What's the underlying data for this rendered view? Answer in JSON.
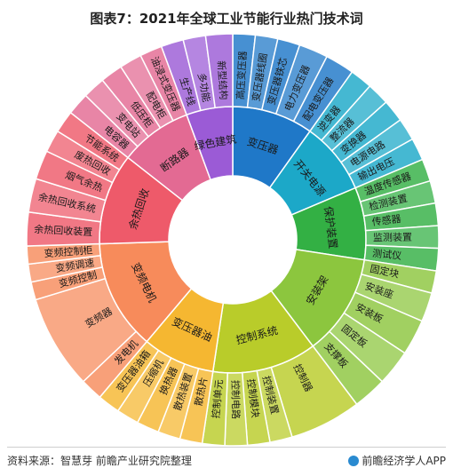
{
  "page": {
    "title": "图表7：2021年全球工业节能行业热门技术词",
    "source": "资料来源：智慧芽 前瞻产业研究院整理",
    "brand": "前瞻经济学人APP"
  },
  "chart_data": {
    "type": "sunburst",
    "title": "图表7：2021年全球工业节能行业热门技术词",
    "inner": [
      {
        "label": "变压器",
        "color": "#1f78c8",
        "children": [
          {
            "label": "高压变压器",
            "value": 1
          },
          {
            "label": "变压器线圈",
            "value": 1
          },
          {
            "label": "变压器铁芯",
            "value": 1
          },
          {
            "label": "电力变压器",
            "value": 1.3
          },
          {
            "label": "配电变压器",
            "value": 1.3
          }
        ]
      },
      {
        "label": "开关电源",
        "color": "#1ca8c8",
        "children": [
          {
            "label": "逆变器",
            "value": 1
          },
          {
            "label": "整流器",
            "value": 1
          },
          {
            "label": "变换器",
            "value": 1
          },
          {
            "label": "电源电路",
            "value": 1
          },
          {
            "label": "输出电压",
            "value": 1
          }
        ]
      },
      {
        "label": "保护装置",
        "color": "#33b044",
        "children": [
          {
            "label": "温度传感器",
            "value": 1
          },
          {
            "label": "检测装置",
            "value": 1
          },
          {
            "label": "传感器",
            "value": 1
          },
          {
            "label": "监测装置",
            "value": 1
          },
          {
            "label": "测试仪",
            "value": 1
          }
        ]
      },
      {
        "label": "安装架",
        "color": "#8cc63e",
        "children": [
          {
            "label": "固定块",
            "value": 1
          },
          {
            "label": "安装座",
            "value": 1.3
          },
          {
            "label": "安装板",
            "value": 1.6
          },
          {
            "label": "固定板",
            "value": 1.6
          },
          {
            "label": "支撑板",
            "value": 1.5
          }
        ]
      },
      {
        "label": "控制系统",
        "color": "#b9cc2a",
        "children": [
          {
            "label": "控制器",
            "value": 3.2
          },
          {
            "label": "控制装置",
            "value": 1
          },
          {
            "label": "控制模块",
            "value": 1
          },
          {
            "label": "控制电路",
            "value": 1
          },
          {
            "label": "控制单元",
            "value": 1
          }
        ]
      },
      {
        "label": "变压器油",
        "color": "#f5b731",
        "children": [
          {
            "label": "散热片",
            "value": 1
          },
          {
            "label": "散热装置",
            "value": 1
          },
          {
            "label": "换热器",
            "value": 1
          },
          {
            "label": "压缩机",
            "value": 1
          },
          {
            "label": "变压器油箱",
            "value": 1
          }
        ]
      },
      {
        "label": "变频电机",
        "color": "#f78b5b",
        "children": [
          {
            "label": "发电机",
            "value": 1
          },
          {
            "label": "变频器",
            "value": 4.2
          },
          {
            "label": "变频控制",
            "value": 0.8
          },
          {
            "label": "变频调速",
            "value": 0.8
          },
          {
            "label": "变频控制柜",
            "value": 0.8
          }
        ]
      },
      {
        "label": "余热回收",
        "color": "#ee5a6a",
        "children": [
          {
            "label": "余热回收装置",
            "value": 1.5
          },
          {
            "label": "余热回收系统",
            "value": 1.5
          },
          {
            "label": "烟气余热",
            "value": 1.3
          },
          {
            "label": "废热回收",
            "value": 1
          },
          {
            "label": "节能系统",
            "value": 1
          }
        ]
      },
      {
        "label": "断路器",
        "color": "#e36a93",
        "children": [
          {
            "label": "电容器",
            "value": 1
          },
          {
            "label": "变电站",
            "value": 1
          },
          {
            "label": "低压柜",
            "value": 1
          },
          {
            "label": "配电柜",
            "value": 1
          },
          {
            "label": "油浸式变压器",
            "value": 1
          }
        ]
      },
      {
        "label": "绿色建筑",
        "color": "#9b5bd6",
        "children": [
          {
            "label": "生产线",
            "value": 1
          },
          {
            "label": "多功能",
            "value": 1
          },
          {
            "label": "新型结构",
            "value": 1.2
          }
        ]
      }
    ]
  }
}
